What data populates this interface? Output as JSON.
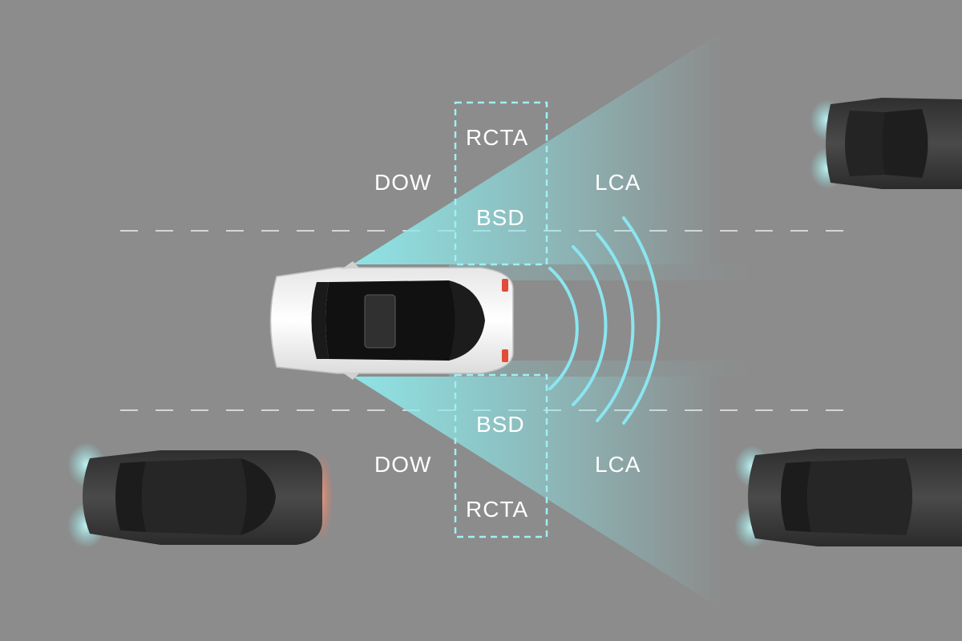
{
  "labels": {
    "upper": {
      "rcta": "RCTA",
      "dow": "DOW",
      "bsd": "BSD",
      "lca": "LCA"
    },
    "lower": {
      "bsd": "BSD",
      "dow": "DOW",
      "lca": "LCA",
      "rcta": "RCTA"
    }
  },
  "colors": {
    "road": "#8c8c8c",
    "lane_marking": "#d8d8d8",
    "sensor_beam": "#7fe0e4",
    "radar_wave": "#8ae6f0",
    "ego_car": "#f2f2f2",
    "other_cars": "#3a3a3a",
    "zone_outline": "#9ef0f4"
  },
  "icons": [
    "ego-car-icon",
    "other-car-icon",
    "radar-wave-icon"
  ]
}
